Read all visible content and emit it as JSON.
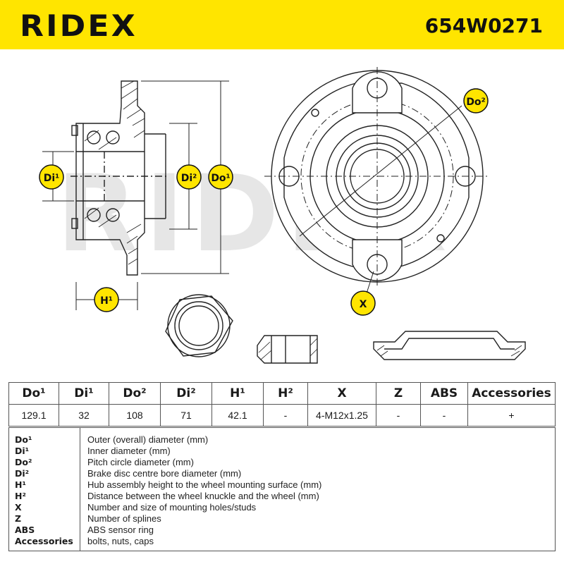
{
  "header": {
    "brand": "RIDEX",
    "part_number": "654W0271",
    "background_color": "#ffe500"
  },
  "drawing": {
    "labels": {
      "di1": "Di¹",
      "di2": "Di²",
      "do1": "Do¹",
      "do2": "Do²",
      "h1": "H¹",
      "x": "X"
    },
    "watermark": "RIDEX"
  },
  "table": {
    "headers": [
      "Do¹",
      "Di¹",
      "Do²",
      "Di²",
      "H¹",
      "H²",
      "X",
      "Z",
      "ABS",
      "Accessories"
    ],
    "values": [
      "129.1",
      "32",
      "108",
      "71",
      "42.1",
      "-",
      "4-M12x1.25",
      "-",
      "-",
      "+"
    ]
  },
  "legend": [
    {
      "key": "Do¹",
      "text": "Outer (overall) diameter (mm)"
    },
    {
      "key": "Di¹",
      "text": "Inner diameter (mm)"
    },
    {
      "key": "Do²",
      "text": "Pitch circle diameter (mm)"
    },
    {
      "key": "Di²",
      "text": "Brake disc centre bore diameter (mm)"
    },
    {
      "key": "H¹",
      "text": "Hub assembly height to the wheel mounting surface (mm)"
    },
    {
      "key": "H²",
      "text": "Distance between the wheel knuckle and the wheel (mm)"
    },
    {
      "key": "X",
      "text": "Number and size of mounting holes/studs"
    },
    {
      "key": "Z",
      "text": "Number of splines"
    },
    {
      "key": "ABS",
      "text": "ABS sensor ring"
    },
    {
      "key": "Accessories",
      "text": "bolts, nuts, caps"
    }
  ]
}
